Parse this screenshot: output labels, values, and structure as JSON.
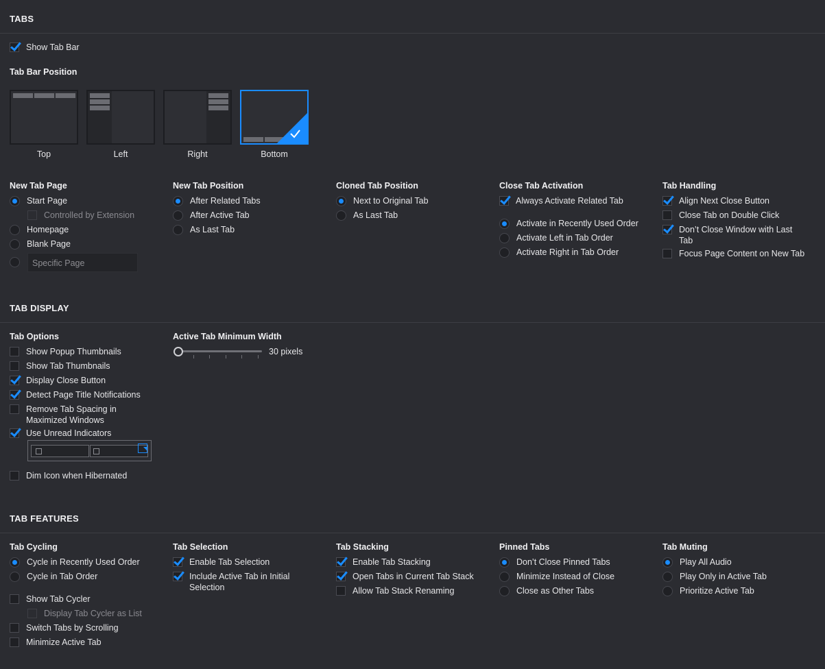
{
  "tabs": {
    "title": "TABS",
    "show_tab_bar": {
      "label": "Show Tab Bar",
      "checked": true
    },
    "tab_bar_position": {
      "heading": "Tab Bar Position",
      "options": [
        {
          "label": "Top",
          "selected": false
        },
        {
          "label": "Left",
          "selected": false
        },
        {
          "label": "Right",
          "selected": false
        },
        {
          "label": "Bottom",
          "selected": true
        }
      ]
    },
    "new_tab_page": {
      "heading": "New Tab Page",
      "start_page": "Start Page",
      "controlled_by_extension": "Controlled by Extension",
      "homepage": "Homepage",
      "blank_page": "Blank Page",
      "specific_page_placeholder": "Specific Page",
      "selected": "Start Page"
    },
    "new_tab_position": {
      "heading": "New Tab Position",
      "options": [
        "After Related Tabs",
        "After Active Tab",
        "As Last Tab"
      ],
      "selected": "After Related Tabs"
    },
    "cloned_tab_position": {
      "heading": "Cloned Tab Position",
      "options": [
        "Next to Original Tab",
        "As Last Tab"
      ],
      "selected": "Next to Original Tab"
    },
    "close_tab_activation": {
      "heading": "Close Tab Activation",
      "always_activate_related": {
        "label": "Always Activate Related Tab",
        "checked": true
      },
      "options": [
        "Activate in Recently Used Order",
        "Activate Left in Tab Order",
        "Activate Right in Tab Order"
      ],
      "selected": "Activate in Recently Used Order"
    },
    "tab_handling": {
      "heading": "Tab Handling",
      "items": [
        {
          "label": "Align Next Close Button",
          "checked": true
        },
        {
          "label": "Close Tab on Double Click",
          "checked": false
        },
        {
          "label": "Don’t Close Window with Last Tab",
          "checked": true
        },
        {
          "label": "Focus Page Content on New Tab",
          "checked": false
        }
      ]
    }
  },
  "tab_display": {
    "title": "TAB DISPLAY",
    "tab_options": {
      "heading": "Tab Options",
      "items": [
        {
          "label": "Show Popup Thumbnails",
          "checked": false
        },
        {
          "label": "Show Tab Thumbnails",
          "checked": false
        },
        {
          "label": "Display Close Button",
          "checked": true
        },
        {
          "label": "Detect Page Title Notifications",
          "checked": true
        },
        {
          "label": "Remove Tab Spacing in Maximized Windows",
          "checked": false
        },
        {
          "label": "Use Unread Indicators",
          "checked": true
        }
      ],
      "dim_icon": {
        "label": "Dim Icon when Hibernated",
        "checked": false
      }
    },
    "active_tab_min_width": {
      "heading": "Active Tab Minimum Width",
      "value_label": "30 pixels",
      "value": 30
    }
  },
  "tab_features": {
    "title": "TAB FEATURES",
    "tab_cycling": {
      "heading": "Tab Cycling",
      "options": [
        "Cycle in Recently Used Order",
        "Cycle in Tab Order"
      ],
      "selected": "Cycle in Recently Used Order",
      "show_tab_cycler": {
        "label": "Show Tab Cycler",
        "checked": false
      },
      "display_as_list": {
        "label": "Display Tab Cycler as List",
        "checked": false
      },
      "switch_by_scrolling": {
        "label": "Switch Tabs by Scrolling",
        "checked": false
      },
      "minimize_active": {
        "label": "Minimize Active Tab",
        "checked": false
      }
    },
    "tab_selection": {
      "heading": "Tab Selection",
      "items": [
        {
          "label": "Enable Tab Selection",
          "checked": true
        },
        {
          "label": "Include Active Tab in Initial Selection",
          "checked": true
        }
      ]
    },
    "tab_stacking": {
      "heading": "Tab Stacking",
      "items": [
        {
          "label": "Enable Tab Stacking",
          "checked": true
        },
        {
          "label": "Open Tabs in Current Tab Stack",
          "checked": true
        },
        {
          "label": "Allow Tab Stack Renaming",
          "checked": false
        }
      ]
    },
    "pinned_tabs": {
      "heading": "Pinned Tabs",
      "options": [
        "Don’t Close Pinned Tabs",
        "Minimize Instead of Close",
        "Close as Other Tabs"
      ],
      "selected": "Don’t Close Pinned Tabs"
    },
    "tab_muting": {
      "heading": "Tab Muting",
      "options": [
        "Play All Audio",
        "Play Only in Active Tab",
        "Prioritize Active Tab"
      ],
      "selected": "Play All Audio"
    }
  },
  "colors": {
    "accent": "#1a8cff",
    "background": "#2b2c31"
  }
}
